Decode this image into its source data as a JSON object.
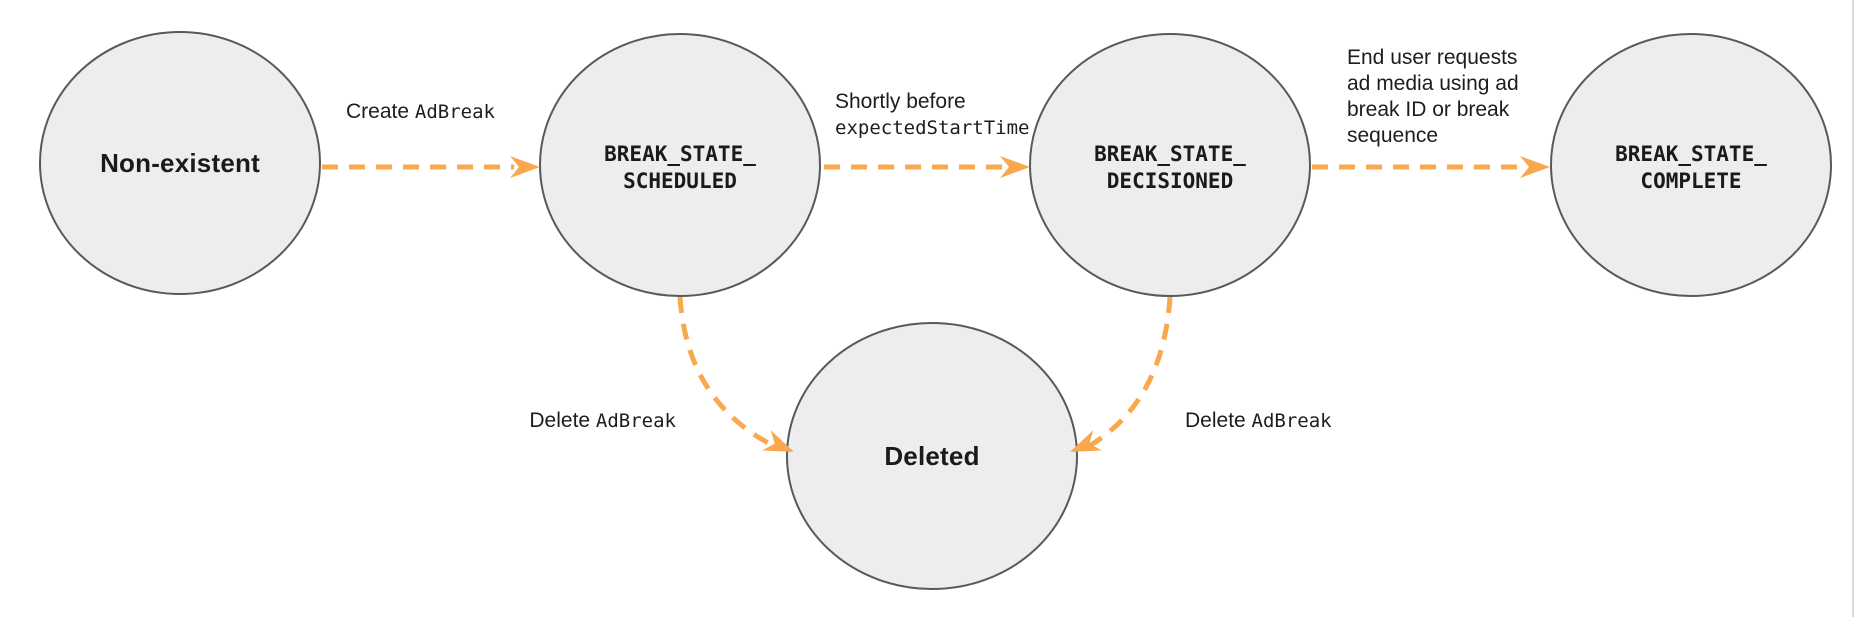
{
  "colors": {
    "arrow": "#F9A84D",
    "node_fill": "#EDEDED",
    "node_stroke": "#58595B",
    "label_text": "#1D1D1D"
  },
  "nodes": {
    "non_existent": {
      "label": "Non-existent"
    },
    "scheduled": {
      "label": "BREAK_STATE_\nSCHEDULED"
    },
    "decisioned": {
      "label": "BREAK_STATE_\nDECISIONED"
    },
    "complete": {
      "label": "BREAK_STATE_\nCOMPLETE"
    },
    "deleted": {
      "label": "Deleted"
    }
  },
  "edges": {
    "create": {
      "plain": "Create ",
      "code": "AdBreak"
    },
    "decision": {
      "plain": "Shortly before",
      "code": "expectedStartTime"
    },
    "complete": {
      "lines": [
        "End user requests",
        "ad media using ad",
        "break ID or break",
        "sequence"
      ]
    },
    "delete_left": {
      "plain": "Delete ",
      "code": "AdBreak"
    },
    "delete_right": {
      "plain": "Delete ",
      "code": "AdBreak"
    }
  }
}
